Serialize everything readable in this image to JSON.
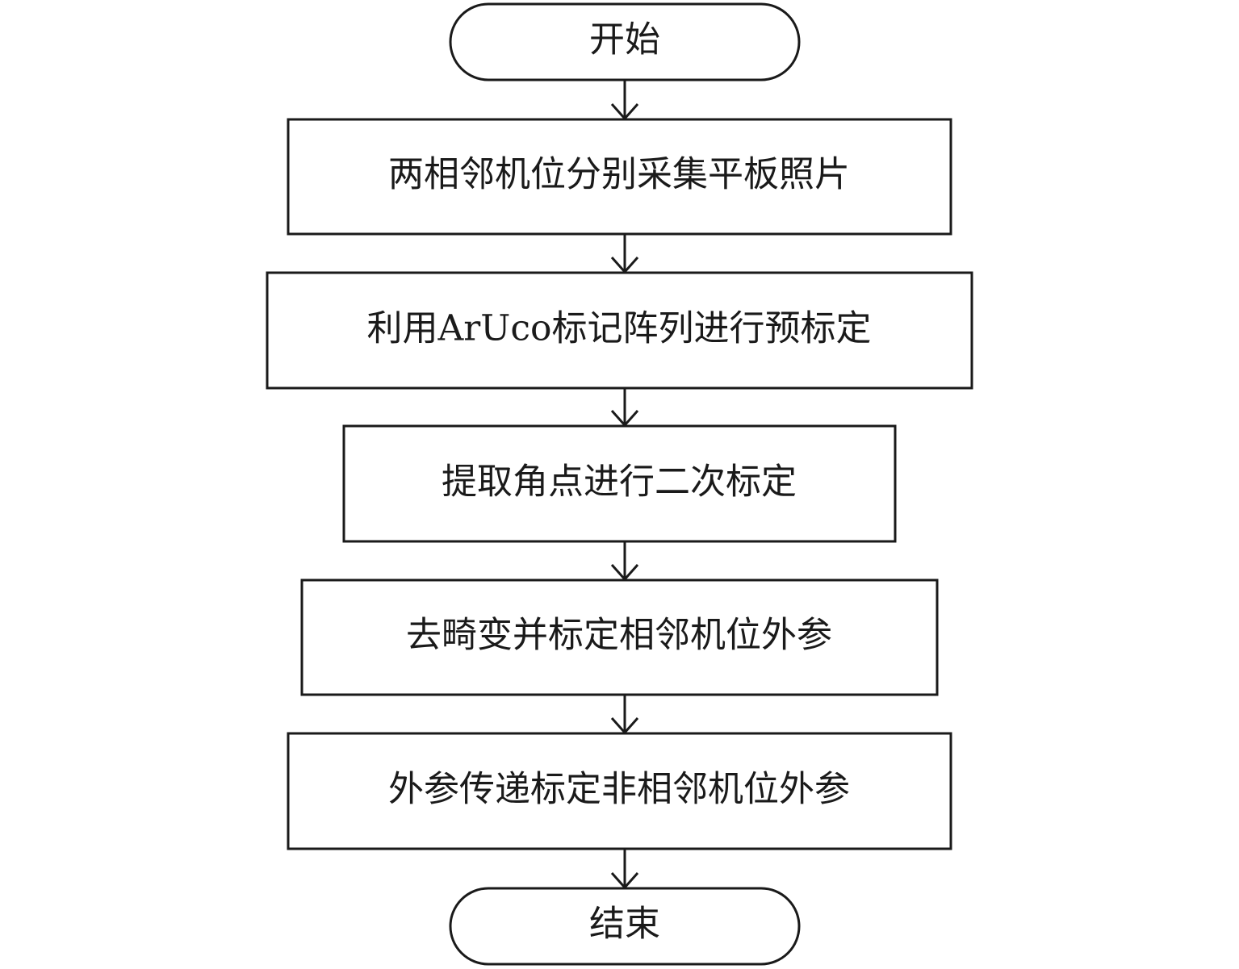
{
  "flowchart": {
    "start": {
      "label": "开始"
    },
    "steps": [
      {
        "label": "两相邻机位分别采集平板照片"
      },
      {
        "label": "利用ArUco标记阵列进行预标定"
      },
      {
        "label": "提取角点进行二次标定"
      },
      {
        "label": "去畸变并标定相邻机位外参"
      },
      {
        "label": "外参传递标定非相邻机位外参"
      }
    ],
    "end": {
      "label": "结束"
    }
  }
}
